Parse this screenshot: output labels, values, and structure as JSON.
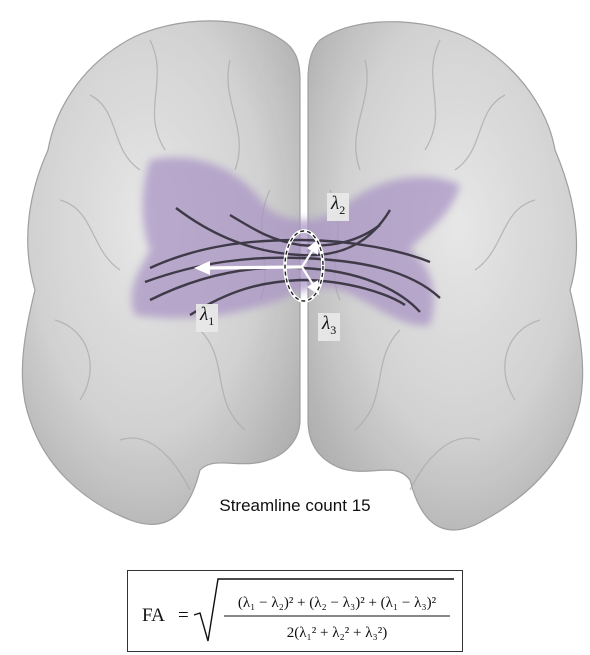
{
  "labels": {
    "lambda1": {
      "symbol": "λ",
      "sub": "1"
    },
    "lambda2": {
      "symbol": "λ",
      "sub": "2"
    },
    "lambda3": {
      "symbol": "λ",
      "sub": "3"
    }
  },
  "caption": {
    "label": "Streamline count",
    "value": "15"
  },
  "formula": {
    "lhs": "FA",
    "equals": "=",
    "numerator": "(λ₁ − λ₂)² + (λ₂ − λ₃)² + (λ₁ − λ₃)²",
    "denominator": "2(λ₁² + λ₂² + λ₃²)"
  },
  "colors": {
    "brain": "#c9c9c9",
    "tract": "#a893c4",
    "streamline": "#3f3a47",
    "arrow": "#ffffff"
  }
}
